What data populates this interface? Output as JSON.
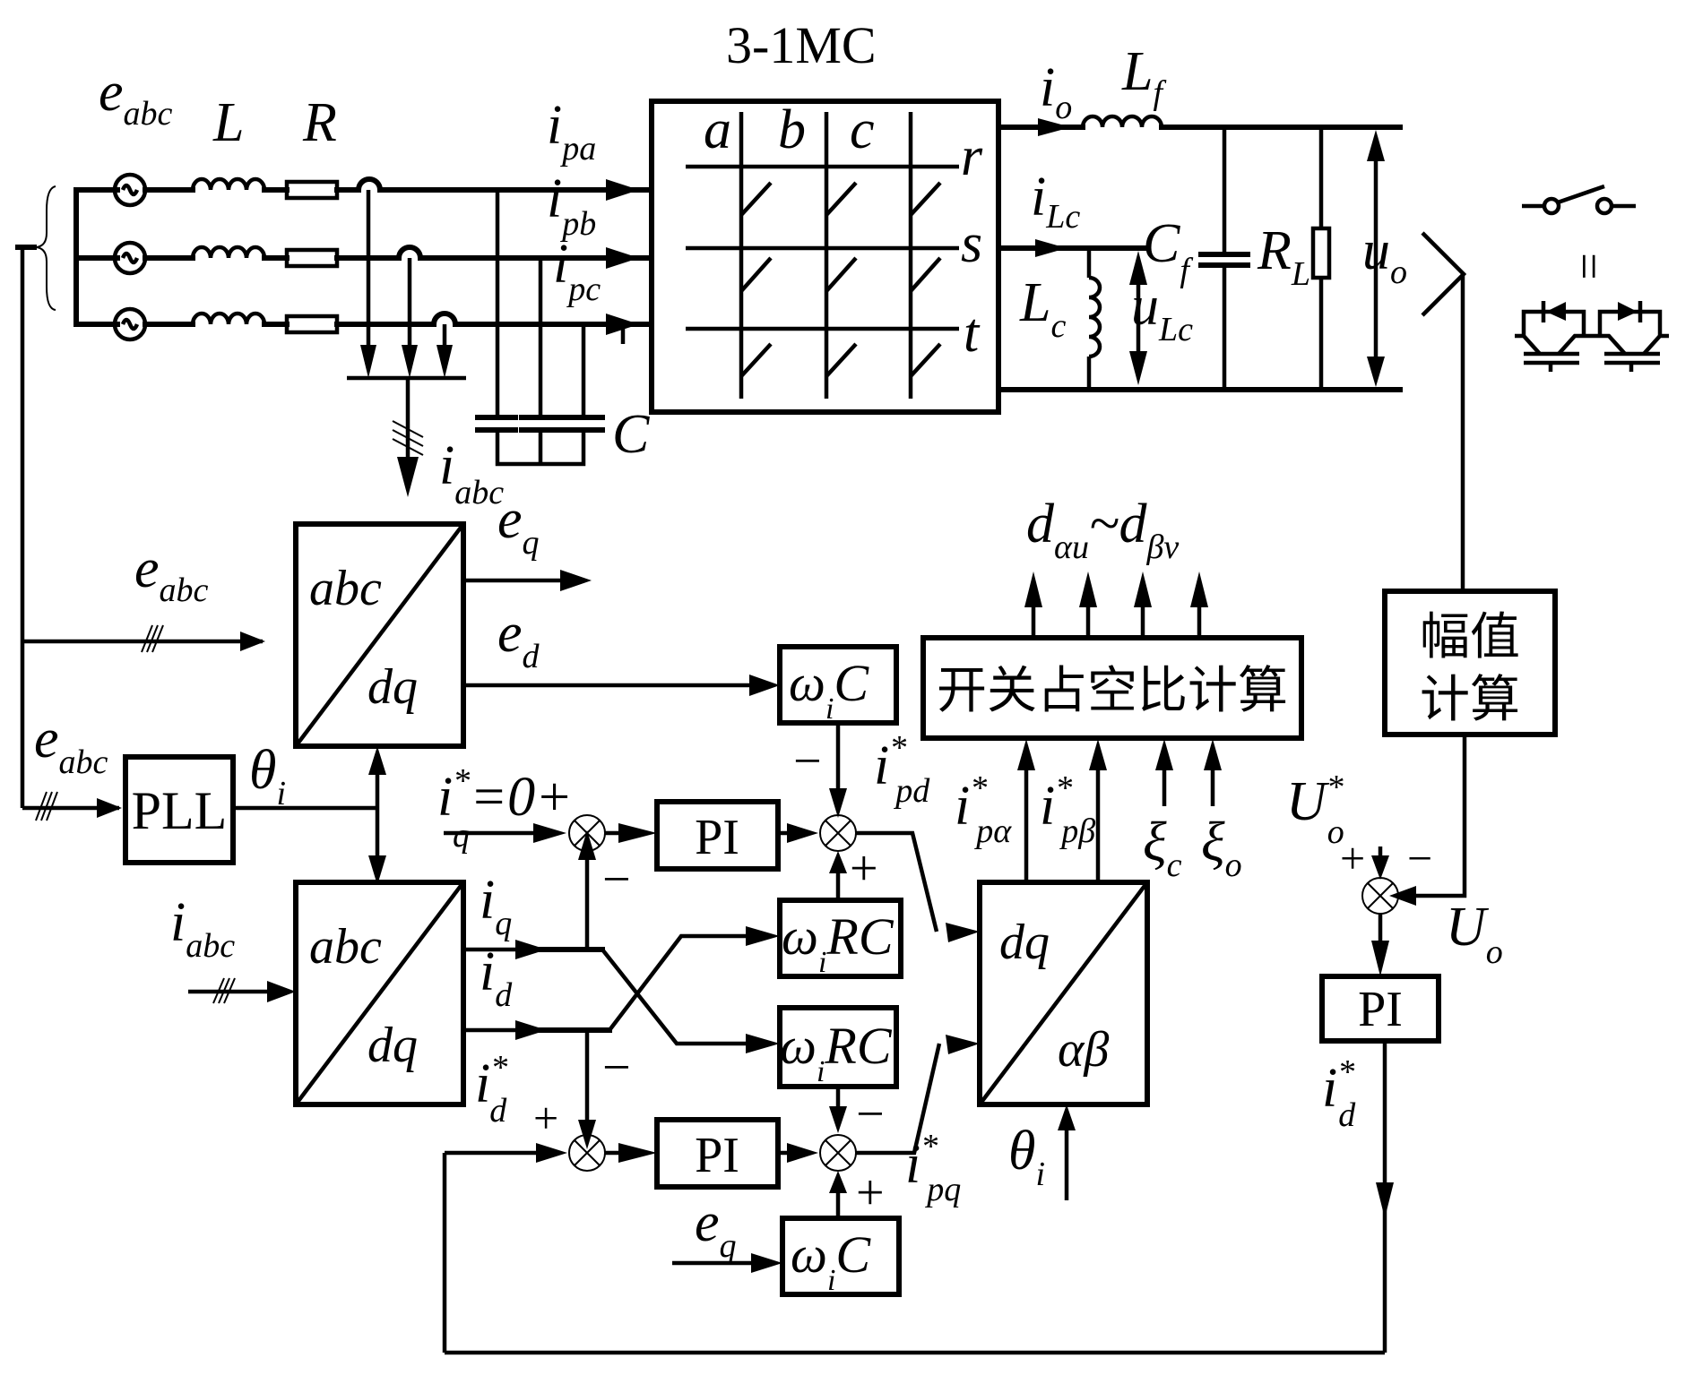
{
  "title": "3-1MC",
  "source": {
    "emf_label": "e",
    "emf_sub": "abc",
    "inductor_label": "L",
    "resistor_label": "R",
    "filter_cap_label": "C"
  },
  "currents": {
    "ipa": {
      "main": "i",
      "sub": "pa"
    },
    "ipb": {
      "main": "i",
      "sub": "pb"
    },
    "ipc": {
      "main": "i",
      "sub": "pc"
    },
    "iabc": {
      "main": "i",
      "sub": "abc"
    }
  },
  "matrix": {
    "columns": [
      "a",
      "b",
      "c"
    ],
    "rows": [
      "r",
      "s",
      "t"
    ]
  },
  "output": {
    "io": {
      "main": "i",
      "sub": "o"
    },
    "Lf": {
      "main": "L",
      "sub": "f"
    },
    "iLc": {
      "main": "i",
      "sub": "Lc"
    },
    "Cf": {
      "main": "C",
      "sub": "f"
    },
    "Lc": {
      "main": "L",
      "sub": "c"
    },
    "uLc": {
      "main": "u",
      "sub": "Lc"
    },
    "RL": {
      "main": "R",
      "sub": "L"
    },
    "uo": {
      "main": "u",
      "sub": "o"
    }
  },
  "legend": {
    "equals": "="
  },
  "control": {
    "eabc1": {
      "main": "e",
      "sub": "abc"
    },
    "eabc2": {
      "main": "e",
      "sub": "abc"
    },
    "pll": "PLL",
    "theta": {
      "main": "θ",
      "sub": "i"
    },
    "abcdq_top": {
      "top": "abc",
      "bottom": "dq"
    },
    "abcdq_bottom": {
      "top": "abc",
      "bottom": "dq"
    },
    "eq": {
      "main": "e",
      "sub": "q"
    },
    "ed": {
      "main": "e",
      "sub": "d"
    },
    "iabc_in": {
      "main": "i",
      "sub": "abc"
    },
    "iq": {
      "main": "i",
      "sub": "q"
    },
    "id": {
      "main": "i",
      "sub": "d"
    },
    "iq_ref": {
      "main": "i",
      "sub": "q",
      "sup": "*",
      "tail": "=0+"
    },
    "id_ref": {
      "main": "i",
      "sub": "d",
      "sup": "*"
    },
    "pi1": "PI",
    "pi2": "PI",
    "pi3": "PI",
    "wC_top": {
      "main": "ω",
      "sub": "i",
      "tail": "C"
    },
    "wRC_1": {
      "main": "ω",
      "sub": "i",
      "tail": "RC"
    },
    "wRC_2": {
      "main": "ω",
      "sub": "i",
      "tail": "RC"
    },
    "wC_bottom": {
      "main": "ω",
      "sub": "i",
      "tail": "C"
    },
    "eq_in": {
      "main": "e",
      "sub": "q"
    },
    "ipd": {
      "main": "i",
      "sub": "pd",
      "sup": "*"
    },
    "ipq": {
      "main": "i",
      "sub": "pq",
      "sup": "*"
    },
    "dqab": {
      "top": "dq",
      "bottom": "αβ"
    },
    "theta2": {
      "main": "θ",
      "sub": "i"
    },
    "ipalpha": {
      "main": "i",
      "sub": "pα",
      "sup": "*"
    },
    "ipbeta": {
      "main": "i",
      "sub": "pβ",
      "sup": "*"
    },
    "xi_c": {
      "main": "ξ",
      "sub": "c"
    },
    "xi_o": {
      "main": "ξ",
      "sub": "o"
    },
    "duty_block": "开关占空比计算",
    "duty_out": {
      "main1": "d",
      "sub1": "αu",
      "tilde": "~",
      "main2": "d",
      "sub2": "βv"
    },
    "amp_block_line1": "幅值",
    "amp_block_line2": "计算",
    "Uo_ref": {
      "main": "U",
      "sub": "o",
      "sup": "*"
    },
    "Uo": {
      "main": "U",
      "sub": "o"
    },
    "id_ref2": {
      "main": "i",
      "sub": "d",
      "sup": "*"
    },
    "signs": {
      "plus": "+",
      "minus": "−"
    }
  }
}
